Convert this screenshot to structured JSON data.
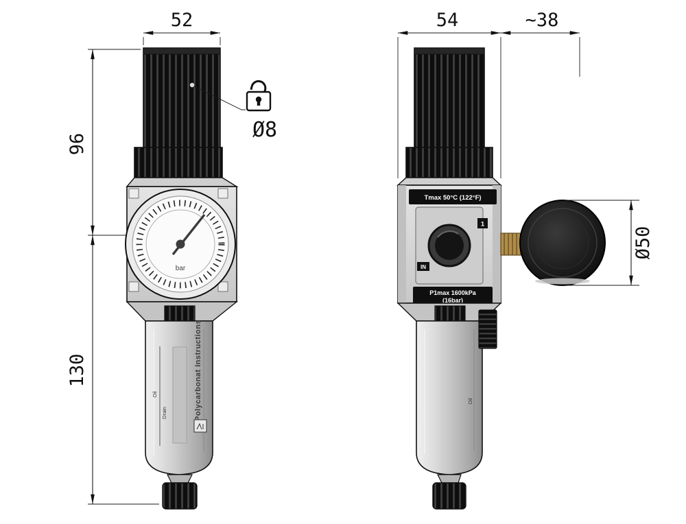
{
  "drawing": {
    "front": {
      "width_mm": "52",
      "upper_height_mm": "96",
      "lower_height_mm": "130",
      "lock_hole": "Ø8",
      "gauge_unit": "bar",
      "bowl_text": "Polycarbonat Instructions",
      "oil_mark": "Oil",
      "drain_mark": "Drain"
    },
    "side": {
      "width_mm": "54",
      "gauge_offset_mm": "~38",
      "gauge_diameter": "Ø50",
      "tmax": "Tmax 50°C (122°F)",
      "pmax_line1": "P1max 1600kPa",
      "pmax_line2": "(16bar)",
      "port_number": "1",
      "port_in": "IN",
      "oil_mark": "Oil"
    },
    "colors": {
      "line": "#1a1a1a",
      "body_gray": "#d8d8d8",
      "black_parts": "#111111",
      "brass": "#b08d4a"
    }
  }
}
